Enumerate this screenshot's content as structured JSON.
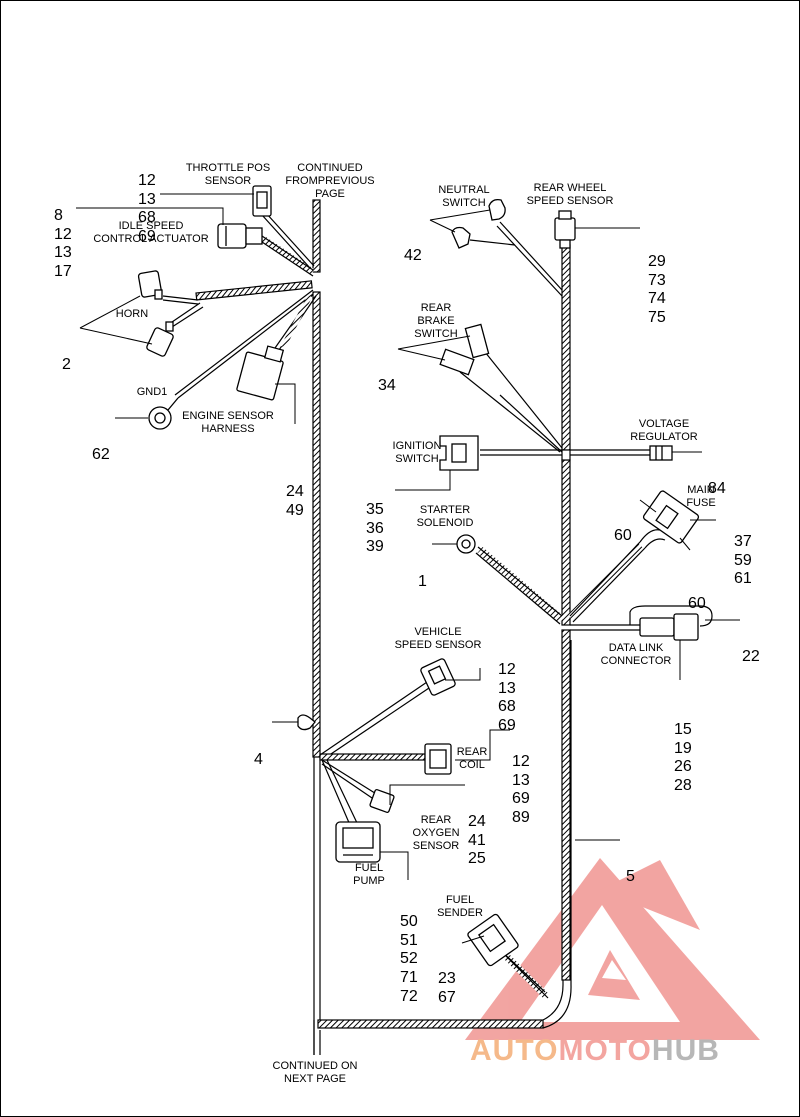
{
  "labels": {
    "continued_prev": [
      "CONTINUED",
      "FROMPREVIOUS",
      "PAGE"
    ],
    "continued_next": [
      "CONTINUED ON",
      "NEXT PAGE"
    ],
    "throttle_pos_sensor": [
      "THROTTLE POS",
      "SENSOR"
    ],
    "idle_speed_control": [
      "IDLE SPEED",
      "CONTROL ACTUATOR"
    ],
    "horn": [
      "HORN"
    ],
    "gnd1": [
      "GND1"
    ],
    "engine_sensor_harness": [
      "ENGINE SENSOR",
      "HARNESS"
    ],
    "neutral_switch": [
      "NEUTRAL",
      "SWITCH"
    ],
    "rear_wheel_speed_sensor": [
      "REAR WHEEL",
      "SPEED SENSOR"
    ],
    "rear_brake_switch": [
      "REAR",
      "BRAKE",
      "SWITCH"
    ],
    "voltage_regulator": [
      "VOLTAGE",
      "REGULATOR"
    ],
    "ignition_switch": [
      "IGNITION",
      "SWITCH"
    ],
    "main_fuse": [
      "MAIN",
      "FUSE"
    ],
    "starter_solenoid": [
      "STARTER",
      "SOLENOID"
    ],
    "data_link_connector": [
      "DATA LINK",
      "CONNECTOR"
    ],
    "vehicle_speed_sensor": [
      "VEHICLE",
      "SPEED SENSOR"
    ],
    "rear_coil": [
      "REAR",
      "COIL"
    ],
    "rear_oxygen_sensor": [
      "REAR",
      "OXYGEN",
      "SENSOR"
    ],
    "fuel_pump": [
      "FUEL",
      "PUMP"
    ],
    "fuel_sender": [
      "FUEL",
      "SENDER"
    ]
  },
  "callouts": {
    "throttle_pos": [
      "12",
      "13",
      "68",
      "69"
    ],
    "idle_speed": [
      "8",
      "12",
      "13",
      "17"
    ],
    "horn": [
      "2"
    ],
    "gnd1": [
      "62"
    ],
    "engine_sensor": [
      "24",
      "49"
    ],
    "neutral": [
      "42"
    ],
    "rear_wheel": [
      "29",
      "73",
      "74",
      "75"
    ],
    "rear_brake": [
      "34"
    ],
    "voltage_reg": [
      "84"
    ],
    "ignition": [
      "35",
      "36",
      "39"
    ],
    "main_fuse_a": [
      "60"
    ],
    "main_fuse_b": [
      "60"
    ],
    "main_fuse_c": [
      "37",
      "59",
      "61"
    ],
    "starter": [
      "1"
    ],
    "data_link_a": [
      "22"
    ],
    "data_link_b": [
      "15",
      "19",
      "26",
      "28"
    ],
    "vehicle_speed": [
      "12",
      "13",
      "68",
      "69"
    ],
    "clip": [
      "4"
    ],
    "rear_coil": [
      "12",
      "13",
      "69",
      "89"
    ],
    "rear_o2": [
      "24",
      "41",
      "25"
    ],
    "fuel_pump": [
      "50",
      "51",
      "52",
      "71",
      "72"
    ],
    "harness_5": [
      "5"
    ],
    "fuel_sender": [
      "23",
      "67"
    ]
  },
  "watermark": {
    "part1": "AUTO",
    "part2": "MOTO",
    "part3": "HUB"
  }
}
